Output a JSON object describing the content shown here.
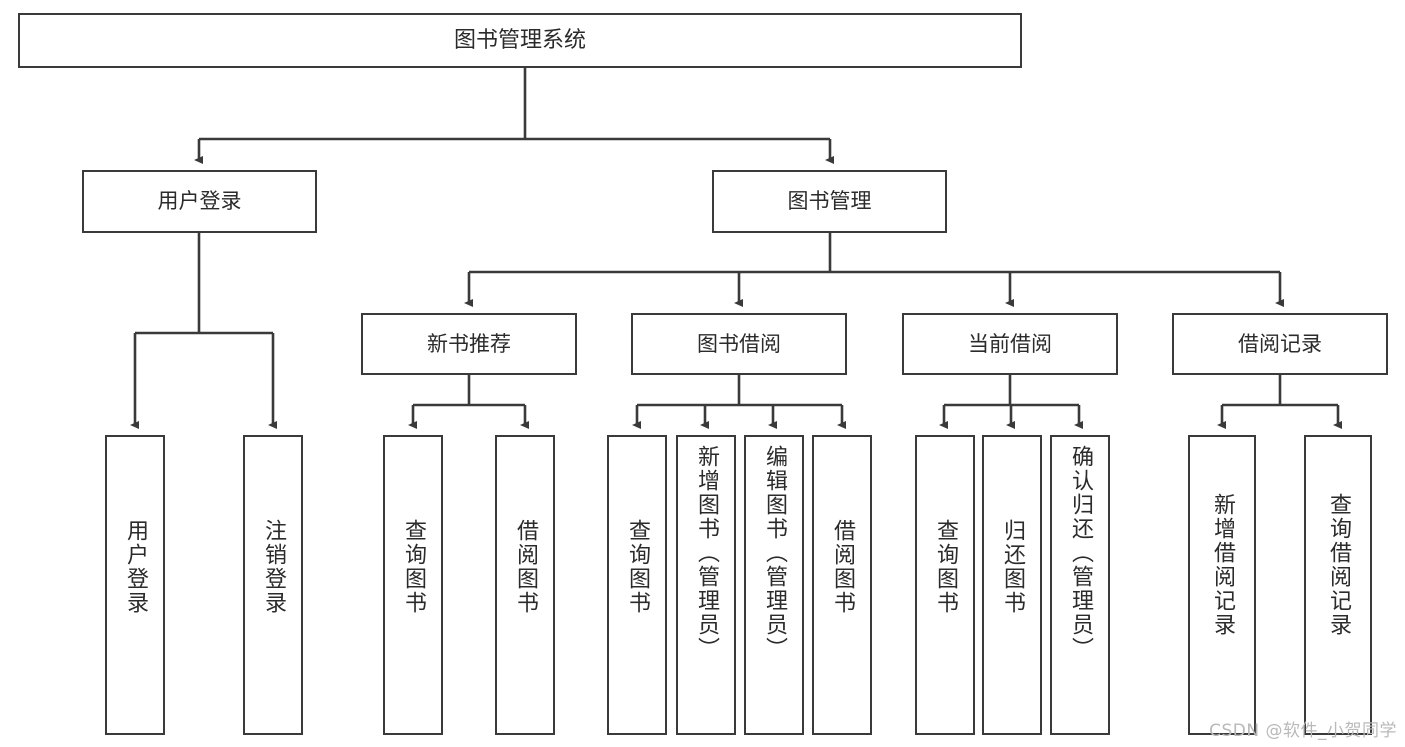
{
  "diagram": {
    "title": "图书管理系统",
    "watermark": "CSDN @软件_小贺同学",
    "line_color": "#3a3a3a",
    "box_border_color": "#3a3a3a",
    "text_color": "#2b2b2b",
    "background": "#ffffff",
    "watermark_color": "#b9b9b9"
  },
  "nodes": {
    "root": {
      "label": "图书管理系统"
    },
    "level2": [
      {
        "label": "用户登录"
      },
      {
        "label": "图书管理"
      }
    ],
    "level3": [
      {
        "label": "新书推荐"
      },
      {
        "label": "图书借阅"
      },
      {
        "label": "当前借阅"
      },
      {
        "label": "借阅记录"
      }
    ],
    "leaves": {
      "user_login": [
        {
          "label": "用户登录"
        },
        {
          "label": "注销登录"
        }
      ],
      "new_book_recommend": [
        {
          "label": "查询图书"
        },
        {
          "label": "借阅图书"
        }
      ],
      "book_borrow": [
        {
          "label": "查询图书"
        },
        {
          "label": "新增图书（管理员）"
        },
        {
          "label": "编辑图书（管理员）"
        },
        {
          "label": "借阅图书"
        }
      ],
      "current_borrow": [
        {
          "label": "查询图书"
        },
        {
          "label": "归还图书"
        },
        {
          "label": "确认归还（管理员）"
        }
      ],
      "borrow_record": [
        {
          "label": "新增借阅记录"
        },
        {
          "label": "查询借阅记录"
        }
      ]
    }
  }
}
